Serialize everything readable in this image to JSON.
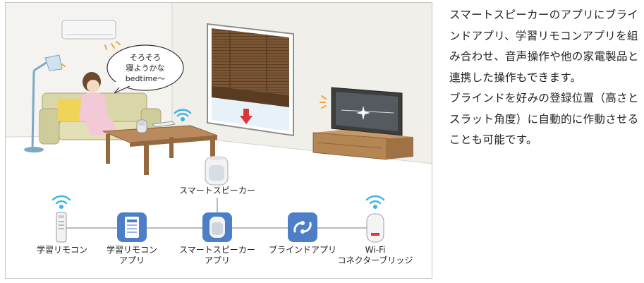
{
  "scene": {
    "speech_bubble": [
      "そろそろ",
      "寝ようかな",
      "bedtime～"
    ],
    "speaker_label": "スマートスピーカー"
  },
  "nodes": [
    {
      "label_lines": [
        "学習リモコン"
      ]
    },
    {
      "label_lines": [
        "学習リモコン",
        "アプリ"
      ]
    },
    {
      "label_lines": [
        "スマートスピーカー",
        "アプリ"
      ]
    },
    {
      "label_lines": [
        "ブラインドアプリ"
      ]
    },
    {
      "label_lines": [
        "Wi-Fi",
        "コネクターブリッジ"
      ]
    }
  ],
  "description": {
    "paragraphs": [
      "スマートスピーカーのアプリにブラインドアプリ、学習リモコンアプリを組み合わせ、音声操作や他の家電製品と連携した操作もできます。",
      "ブラインドを好みの登録位置（高さとスラット角度）に自動的に作動させることも可能です。"
    ]
  },
  "colors": {
    "room_wall": "#f4f3ef",
    "floor": "#ece9e2",
    "blind": "#6b4a2e",
    "sofa": "#d9d7a8",
    "table": "#a87a4f",
    "app_icon_blue": "#4d7fc9",
    "wifi_blue": "#3fb6e0",
    "alert_orange": "#f3a43b",
    "arrow_red": "#d9383a"
  }
}
